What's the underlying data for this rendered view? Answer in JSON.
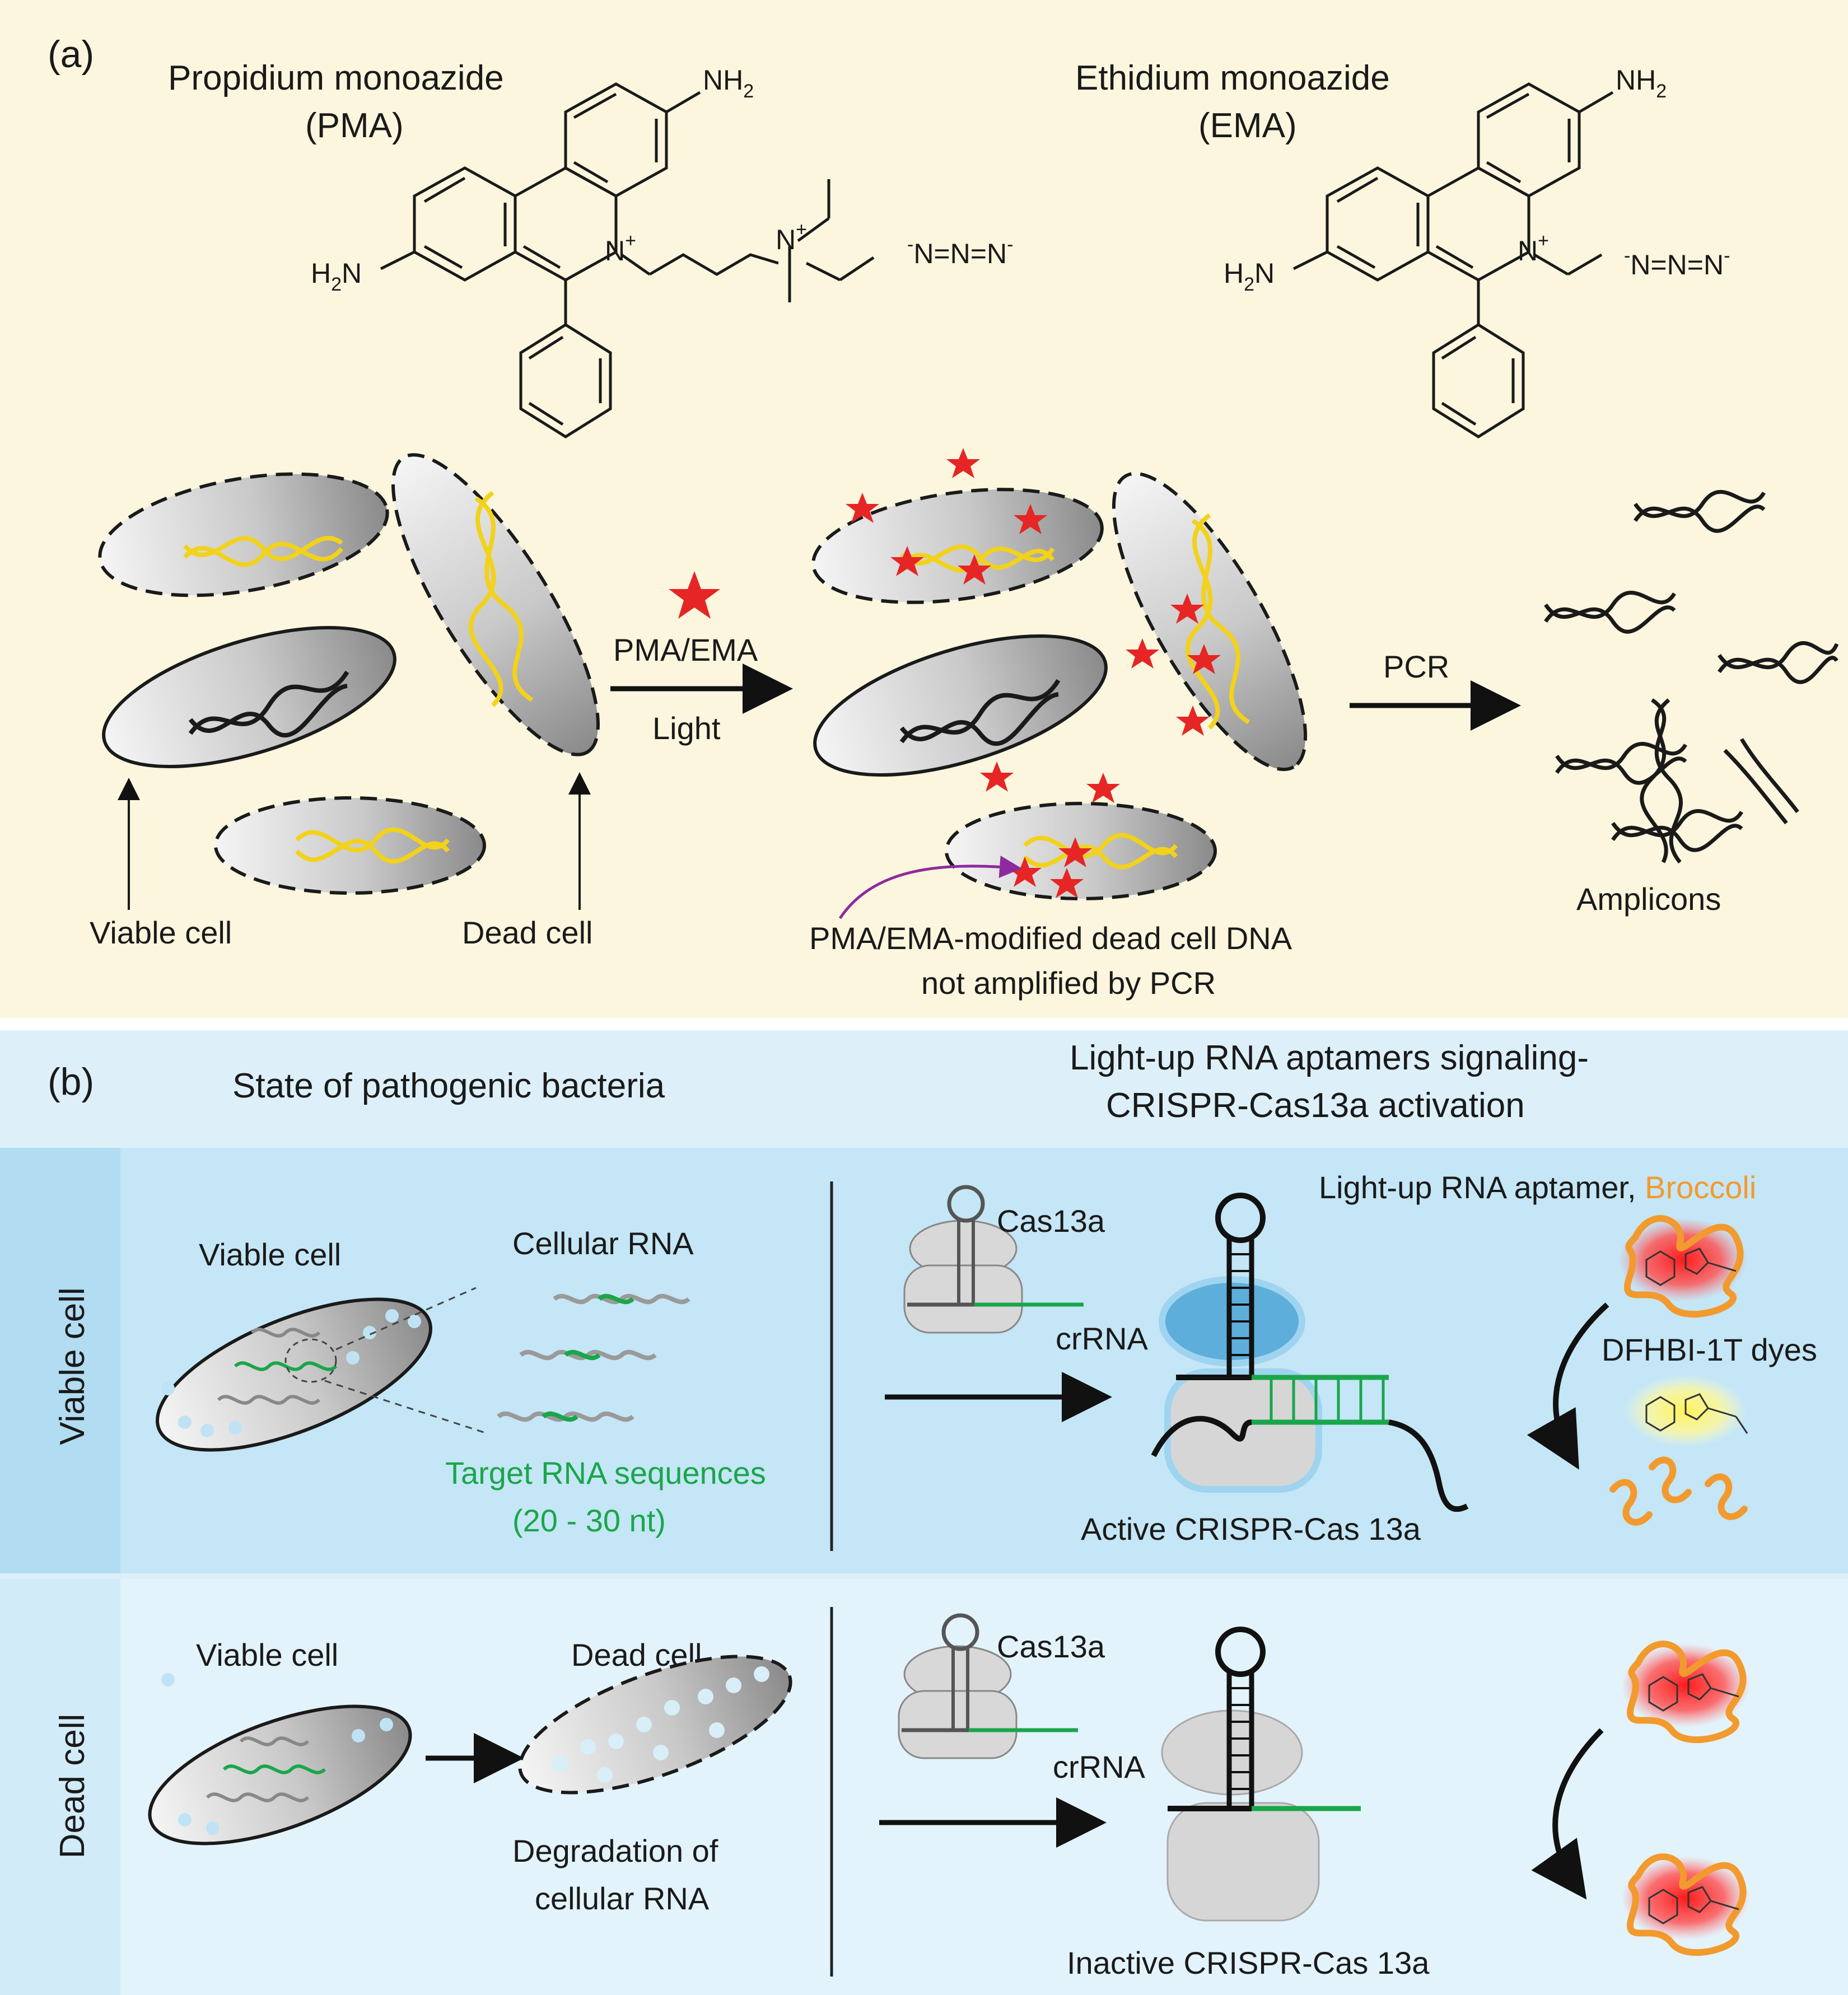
{
  "colors": {
    "panel_a_bg": "#fbf6dd",
    "panel_b_bg": "#ddf0fa",
    "row_viable_bg": "#c4e6f6",
    "row_dead_bg": "#e3f3fb",
    "dna_dead": "#f2d21a",
    "dna_viable": "#1a1a1a",
    "target_green": "#1aa64a",
    "broccoli_orange": "#f29a2e",
    "dye_red": "#e62525",
    "cas_blue": "#6fb8df",
    "arrow_purple": "#8e2a9e"
  },
  "panel_a": {
    "label": "(a)",
    "pma_name_1": "Propidium monoazide",
    "pma_name_2": "(PMA)",
    "ema_name_1": "Ethidium monoazide",
    "ema_name_2": "(EMA)",
    "nh2_top": "NH",
    "h2n_left": "H",
    "h2n_left_tail": "N",
    "n_plus": "N",
    "azide": "N=N=N",
    "arrow1_top": "PMA/EMA",
    "arrow1_bottom": "Light",
    "arrow2": "PCR",
    "viable_cell": "Viable cell",
    "dead_cell": "Dead cell",
    "modified_1": "PMA/EMA-modified dead cell DNA",
    "modified_2": "not amplified by PCR",
    "amplicons": "Amplicons"
  },
  "panel_b": {
    "label": "(b)",
    "left_title": "State of pathogenic bacteria",
    "right_title_1": "Light-up RNA aptamers signaling-",
    "right_title_2": "CRISPR-Cas13a activation",
    "row1_label": "Viable cell",
    "row2_label": "Dead cell",
    "viable_cell": "Viable cell",
    "cellular_rna": "Cellular RNA",
    "target_1": "Target RNA sequences",
    "target_2": "(20 - 30 nt)",
    "cas13a": "Cas13a",
    "crrna": "crRNA",
    "aptamer_prefix": "Light-up RNA aptamer,",
    "broccoli": "Broccoli",
    "dfhbi": "DFHBI-1T dyes",
    "active": "Active CRISPR-Cas 13a",
    "viable_cell_2": "Viable cell",
    "dead_cell_2": "Dead cell",
    "degradation_1": "Degradation of",
    "degradation_2": "cellular RNA",
    "inactive": "Inactive CRISPR-Cas 13a"
  }
}
